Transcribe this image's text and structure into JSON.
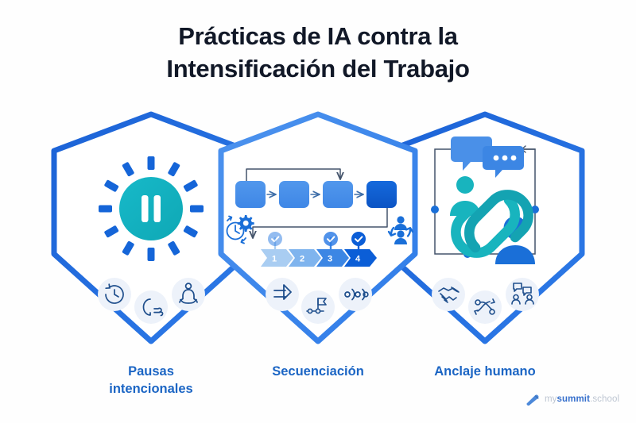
{
  "background_color": "#FEFEFE",
  "title": {
    "full": "Prácticas de IA contra la Intensificación del Trabajo",
    "line1": "Prácticas de IA contra la",
    "line2": "Intensificación del Trabajo",
    "color": "#111827"
  },
  "colors": {
    "shield_outline_outer": "#1565D8",
    "shield_outline_middle": "#3D8BF0",
    "accent_teal": "#18B4BE",
    "accent_blue": "#2C7BE5",
    "deep_blue": "#0B5ED7",
    "label_blue": "#1B65C4",
    "icon_circle_bg": "#EDF2FA",
    "icon_stroke": "#1E4E8C",
    "connector_gray": "#44546B"
  },
  "panels": [
    {
      "id": "pausas",
      "label": "Pausas\nintencionales",
      "label_line1": "Pausas",
      "label_line2": "intencionales",
      "central_icon": "pause-button-icon",
      "ring": {
        "type": "dashed-circle",
        "segments": 12,
        "color": "#1565D8"
      },
      "pause_circle_color": "#18B4BE",
      "bottom_icons": [
        {
          "name": "clock-rotate-icon",
          "label": "timer"
        },
        {
          "name": "breathing-head-icon",
          "label": "breathing"
        },
        {
          "name": "meditation-icon",
          "label": "meditation"
        }
      ]
    },
    {
      "id": "secuenciacion",
      "label": "Secuenciación",
      "label_line1": "Secuenciación",
      "label_line2": "",
      "flow_boxes": [
        {
          "index": 1,
          "fill": "#4A90E8"
        },
        {
          "index": 2,
          "fill": "#4A90E8"
        },
        {
          "index": 3,
          "fill": "#4A90E8"
        },
        {
          "index": 4,
          "fill": "#0B5ED7"
        }
      ],
      "steps": [
        {
          "number": "1",
          "fill": "#A9CDF2",
          "checked": true,
          "check_opacity": 0.55
        },
        {
          "number": "2",
          "fill": "#7FB4EE",
          "checked": false,
          "check_opacity": 0
        },
        {
          "number": "3",
          "fill": "#3C86E4",
          "checked": true,
          "check_opacity": 0.8
        },
        {
          "number": "4",
          "fill": "#0B5ED7",
          "checked": true,
          "check_opacity": 1
        }
      ],
      "side_icons": [
        {
          "name": "clock-gear-automation-icon",
          "position": "left"
        },
        {
          "name": "people-cycle-icon",
          "position": "right"
        }
      ],
      "bottom_icons": [
        {
          "name": "arrow-right-icon",
          "label": "forward"
        },
        {
          "name": "milestone-flag-icon",
          "label": "milestone"
        },
        {
          "name": "signal-wave-icon",
          "label": "signal"
        }
      ]
    },
    {
      "id": "anclaje",
      "label": "Anclaje humano",
      "label_line1": "Anclaje humano",
      "label_line2": "",
      "central_icon": "chain-link-icon",
      "chain_color": "#18B4BE",
      "elements": [
        {
          "name": "chat-bubble-icon",
          "fill": "#4A90E8"
        },
        {
          "name": "chat-bubble-dots-icon",
          "fill": "#3C86E4"
        },
        {
          "name": "person-teal-icon",
          "fill": "#18B4BE"
        },
        {
          "name": "person-blue-icon",
          "fill": "#1A6FD8"
        }
      ],
      "bottom_icons": [
        {
          "name": "handshake-icon",
          "label": "trust"
        },
        {
          "name": "network-nodes-icon",
          "label": "network"
        },
        {
          "name": "people-conversation-icon",
          "label": "dialogue"
        }
      ]
    }
  ],
  "watermark": {
    "prefix": "my",
    "brand": "summit",
    "suffix": ".school",
    "icon": "telescope-icon"
  }
}
